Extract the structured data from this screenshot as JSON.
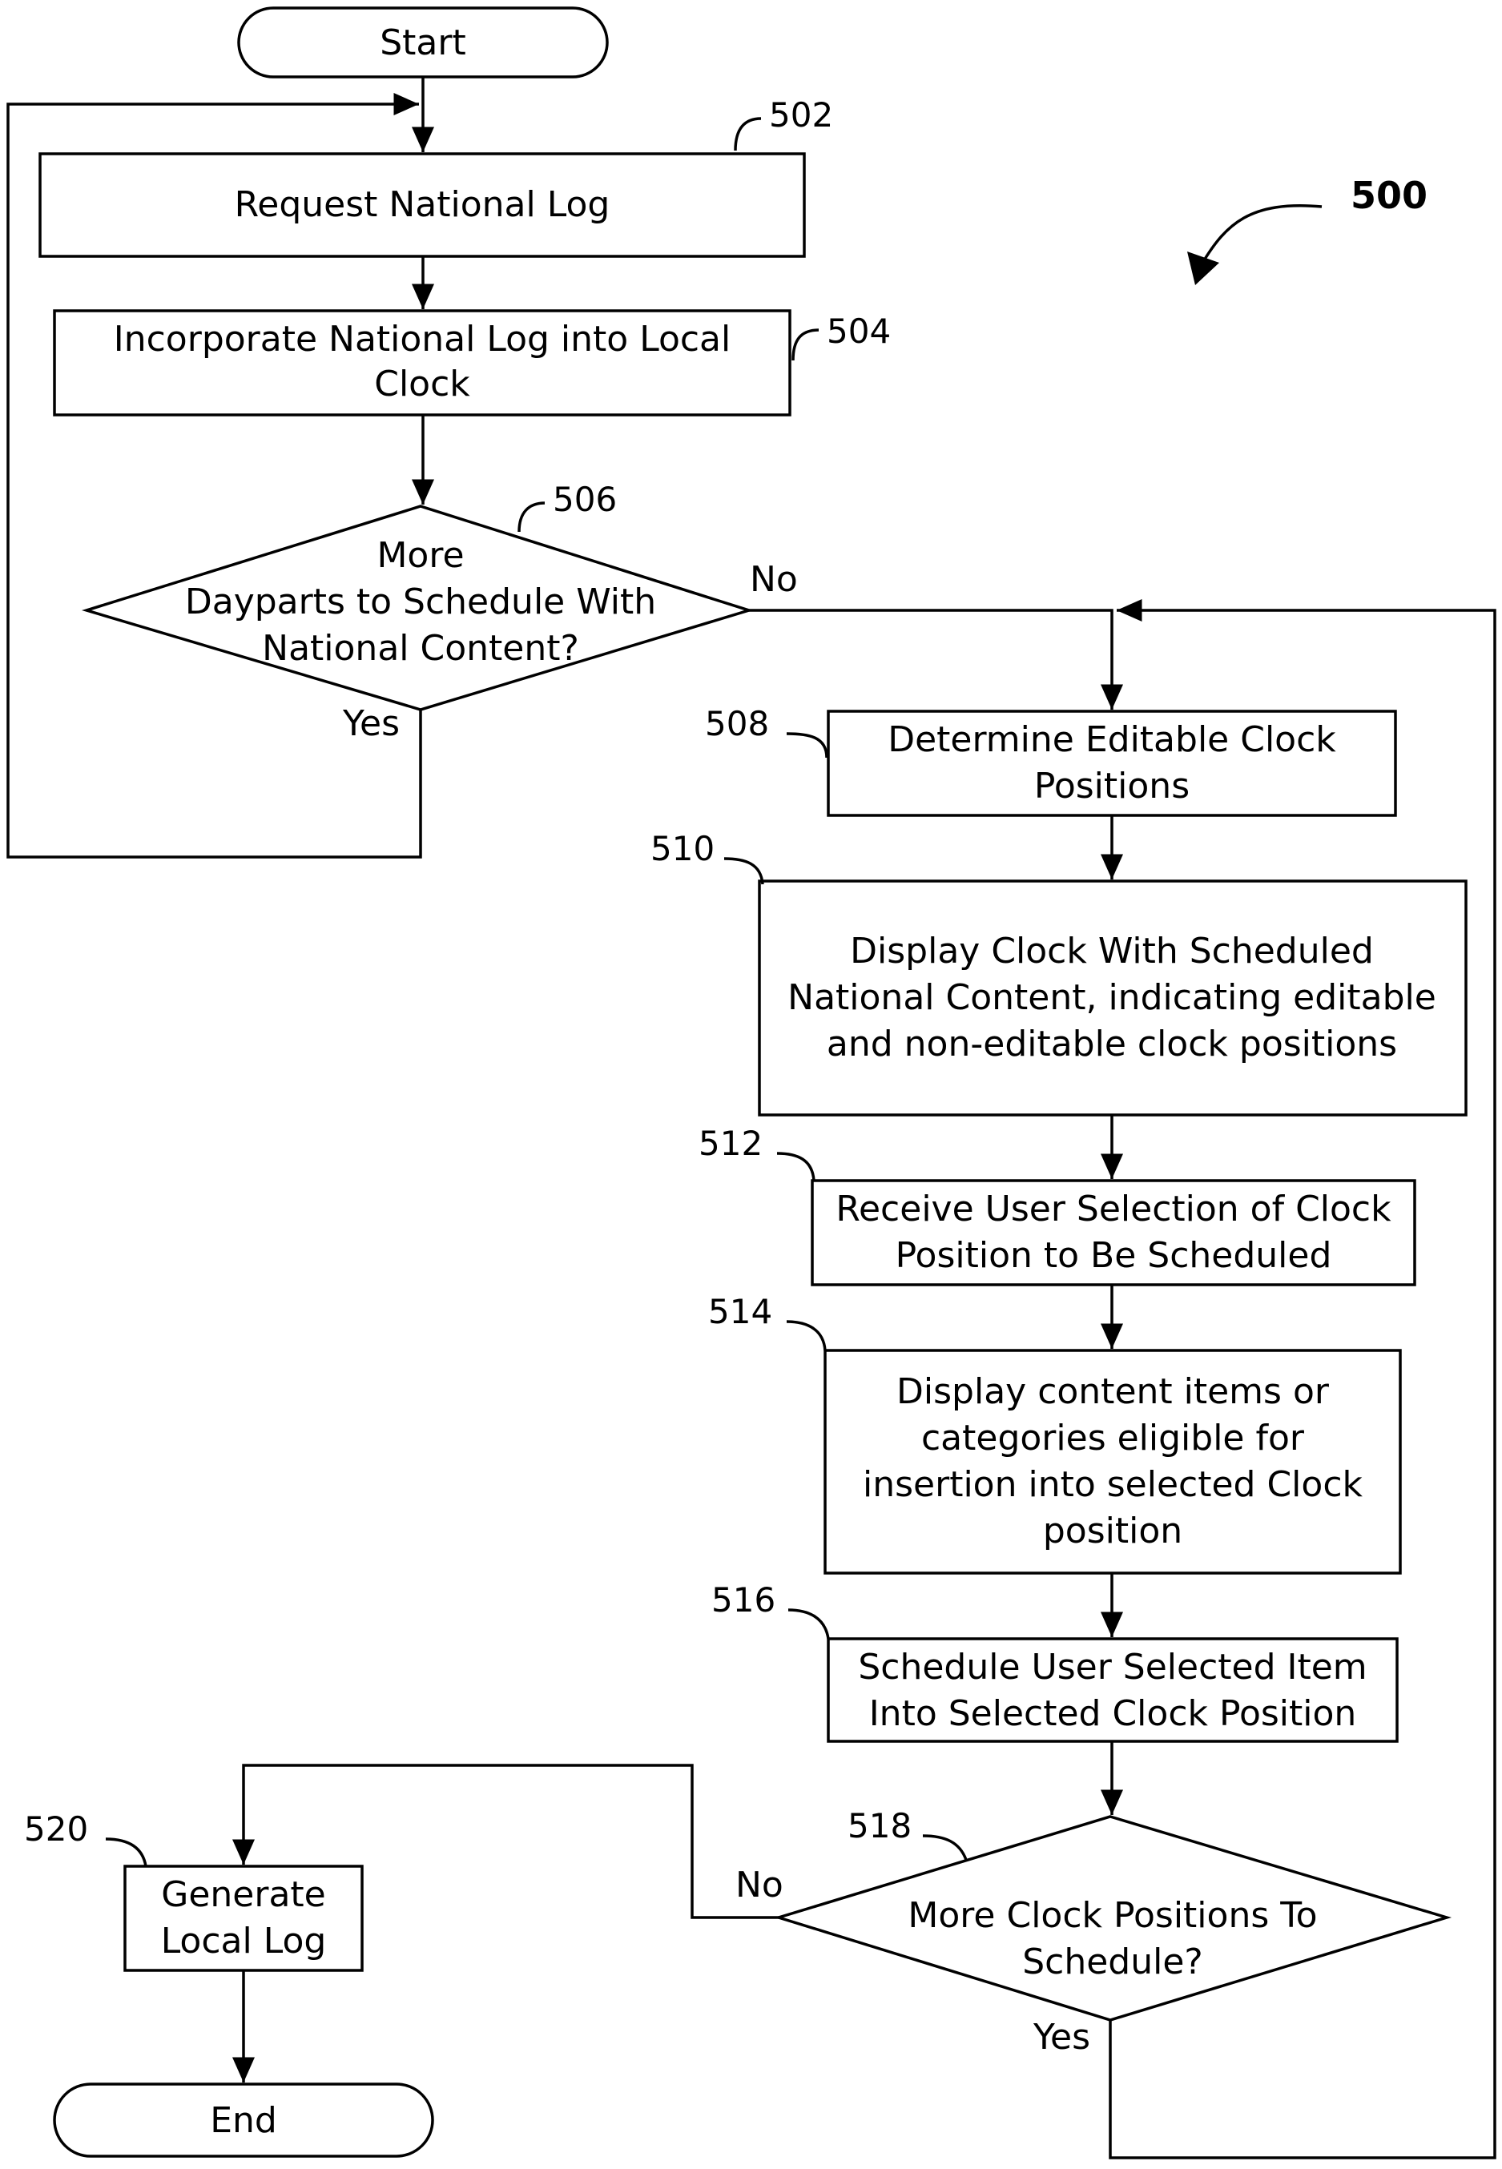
{
  "figure_ref": "500",
  "nodes": {
    "start": {
      "ref": "",
      "lines": [
        "Start"
      ]
    },
    "n502": {
      "ref": "502",
      "lines": [
        "Request National Log"
      ]
    },
    "n504": {
      "ref": "504",
      "lines": [
        "Incorporate National Log into Local",
        "Clock"
      ]
    },
    "n506": {
      "ref": "506",
      "lines": [
        "More",
        "Dayparts to Schedule With",
        "National Content?"
      ]
    },
    "n508": {
      "ref": "508",
      "lines": [
        "Determine Editable Clock",
        "Positions"
      ]
    },
    "n510": {
      "ref": "510",
      "lines": [
        "Display Clock With Scheduled",
        "National Content, indicating editable",
        "and non-editable clock positions"
      ]
    },
    "n512": {
      "ref": "512",
      "lines": [
        "Receive User Selection of Clock",
        "Position to Be Scheduled"
      ]
    },
    "n514": {
      "ref": "514",
      "lines": [
        "Display content items or",
        "categories eligible for",
        "insertion into selected Clock",
        "position"
      ]
    },
    "n516": {
      "ref": "516",
      "lines": [
        "Schedule User Selected Item",
        "Into Selected Clock Position"
      ]
    },
    "n518": {
      "ref": "518",
      "lines": [
        "More Clock Positions To",
        "Schedule?"
      ]
    },
    "n520": {
      "ref": "520",
      "lines": [
        "Generate",
        "Local Log"
      ]
    },
    "end": {
      "ref": "",
      "lines": [
        "End"
      ]
    }
  },
  "edge_labels": {
    "d506_yes": "Yes",
    "d506_no": "No",
    "d518_yes": "Yes",
    "d518_no": "No"
  }
}
